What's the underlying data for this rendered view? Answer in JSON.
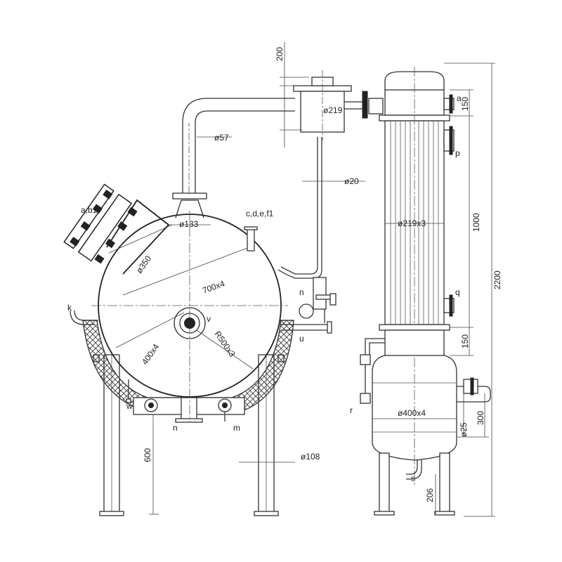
{
  "labels": {
    "dim_200": "200",
    "dim_219": "ø219",
    "dim_57": "ø57",
    "dim_20": "ø20",
    "dim_133": "ø133",
    "dim_350": "ø350",
    "dim_700x4": "700x4",
    "dim_r500": "R500x3",
    "dim_400x4_left": "400x4",
    "dim_219x3": "ø219x3",
    "dim_1000": "1000",
    "dim_2200": "2200",
    "dim_150_top": "150",
    "dim_150_bot": "150",
    "dim_400x4_right": "ø400x4",
    "dim_300": "300",
    "dim_25": "ø25",
    "dim_600": "600",
    "dim_108": "ø108",
    "dim_206": "206",
    "n_ab1": "a,b1",
    "n_cdef1": "c,d,e,f1",
    "n_k": "k",
    "n_v": "v",
    "n_u": "u",
    "n_n_top": "n",
    "n_n_bot": "n",
    "n_w": "w",
    "n_m": "m",
    "n_a": "a",
    "n_p": "p",
    "n_q": "q",
    "n_r": "r",
    "n_s": "s"
  }
}
